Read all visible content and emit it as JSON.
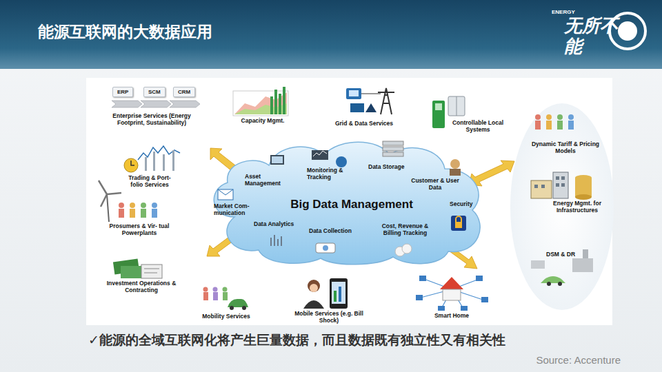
{
  "diagram": {
    "title": "能源互联网的大数据应用",
    "caption": "✓能源的全域互联网化将产生巨量数据，而且数据既有独立性又有相关性",
    "nodes": [
      {
        "text": [
          "ERP"
        ]
      },
      {
        "text": [
          "SCM"
        ]
      },
      {
        "text": [
          "CRM"
        ]
      },
      {
        "text": [
          "Big Data Management",
          "Asset Management",
          "Monitoring & Tracking",
          "Data Storage",
          "Customer & User Data",
          "Security",
          "Market Com- munication",
          "Data Analytics",
          "Data Collection",
          "Cost, Revenue & Billing Tracking"
        ]
      }
    ],
    "labels": [
      "ENERGY",
      "无所不能",
      "Enterprise Services (Energy Footprint, Sustainability)",
      "Capacity Mgmt.",
      "Grid & Data Services",
      "Controllable Local Systems",
      "Dynamic Tariff & Pricing Models",
      "Trading & Port- folio Services",
      "Energy Mgmt. for Infrastructures",
      "Prosumers & Vir- tual Powerplants",
      "DSM & DR",
      "Investment Operations & Contracting",
      "Mobility Services",
      "Mobile Services (e.g. Bill Shock)",
      "Smart Home",
      "Source: Accenture"
    ]
  }
}
